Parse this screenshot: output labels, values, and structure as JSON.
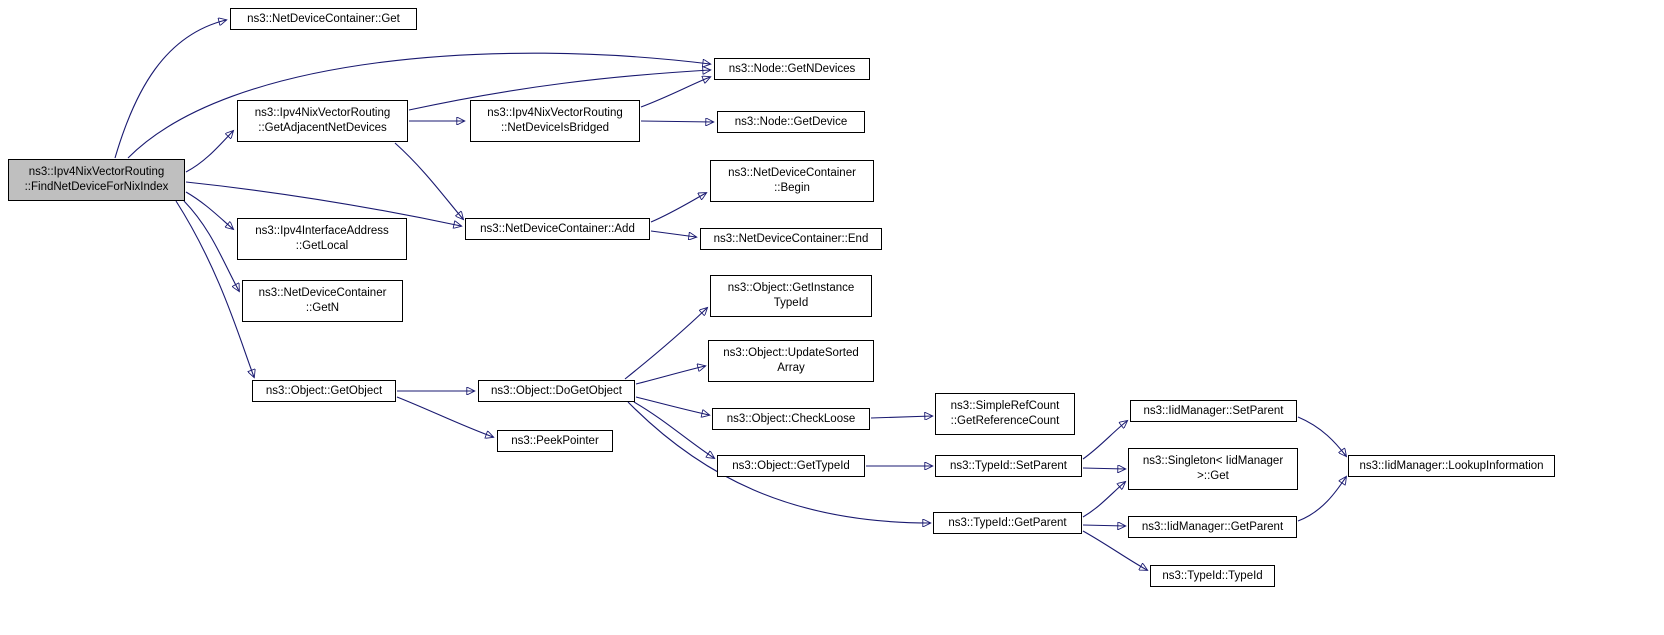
{
  "diagram": {
    "type": "call-graph",
    "edge_color": "#191970",
    "node_border_color": "#000000",
    "node_fill_color": "#ffffff",
    "highlight_fill_color": "#bfbfbf",
    "nodes": {
      "find": {
        "line1": "ns3::Ipv4NixVectorRouting",
        "line2": "::FindNetDeviceForNixIndex"
      },
      "ndcGet": {
        "line1": "ns3::NetDeviceContainer::Get"
      },
      "getNDevices": {
        "line1": "ns3::Node::GetNDevices"
      },
      "getAdjacent": {
        "line1": "ns3::Ipv4NixVectorRouting",
        "line2": "::GetAdjacentNetDevices"
      },
      "isBridged": {
        "line1": "ns3::Ipv4NixVectorRouting",
        "line2": "::NetDeviceIsBridged"
      },
      "getDevice": {
        "line1": "ns3::Node::GetDevice"
      },
      "ndcBegin": {
        "line1": "ns3::NetDeviceContainer",
        "line2": "::Begin"
      },
      "ndcAdd": {
        "line1": "ns3::NetDeviceContainer::Add"
      },
      "ndcEnd": {
        "line1": "ns3::NetDeviceContainer::End"
      },
      "getLocal": {
        "line1": "ns3::Ipv4InterfaceAddress",
        "line2": "::GetLocal"
      },
      "ndcGetN": {
        "line1": "ns3::NetDeviceContainer",
        "line2": "::GetN"
      },
      "getObject": {
        "line1": "ns3::Object::GetObject"
      },
      "doGetObject": {
        "line1": "ns3::Object::DoGetObject"
      },
      "peekPointer": {
        "line1": "ns3::PeekPointer"
      },
      "getInstanceTypeId": {
        "line1": "ns3::Object::GetInstance",
        "line2": "TypeId"
      },
      "updateSorted": {
        "line1": "ns3::Object::UpdateSorted",
        "line2": "Array"
      },
      "checkLoose": {
        "line1": "ns3::Object::CheckLoose"
      },
      "getTypeId": {
        "line1": "ns3::Object::GetTypeId"
      },
      "getRefCount": {
        "line1": "ns3::SimpleRefCount",
        "line2": "::GetReferenceCount"
      },
      "tidSetParent": {
        "line1": "ns3::TypeId::SetParent"
      },
      "tidGetParent": {
        "line1": "ns3::TypeId::GetParent"
      },
      "iidSetParent": {
        "line1": "ns3::IidManager::SetParent"
      },
      "singletonGet": {
        "line1": "ns3::Singleton< IidManager",
        "line2": ">::Get"
      },
      "iidGetParent": {
        "line1": "ns3::IidManager::GetParent"
      },
      "tidTypeId": {
        "line1": "ns3::TypeId::TypeId"
      },
      "lookupInfo": {
        "line1": "ns3::IidManager::LookupInformation"
      }
    },
    "edges": [
      [
        "find",
        "ndcGet"
      ],
      [
        "find",
        "getNDevices"
      ],
      [
        "find",
        "getAdjacent"
      ],
      [
        "find",
        "ndcAdd"
      ],
      [
        "find",
        "getLocal"
      ],
      [
        "find",
        "ndcGetN"
      ],
      [
        "find",
        "getObject"
      ],
      [
        "getAdjacent",
        "isBridged"
      ],
      [
        "getAdjacent",
        "getNDevices"
      ],
      [
        "getAdjacent",
        "ndcAdd"
      ],
      [
        "isBridged",
        "getNDevices"
      ],
      [
        "isBridged",
        "getDevice"
      ],
      [
        "ndcAdd",
        "ndcBegin"
      ],
      [
        "ndcAdd",
        "ndcEnd"
      ],
      [
        "getObject",
        "doGetObject"
      ],
      [
        "getObject",
        "peekPointer"
      ],
      [
        "doGetObject",
        "getInstanceTypeId"
      ],
      [
        "doGetObject",
        "updateSorted"
      ],
      [
        "doGetObject",
        "checkLoose"
      ],
      [
        "doGetObject",
        "getTypeId"
      ],
      [
        "doGetObject",
        "tidGetParent"
      ],
      [
        "checkLoose",
        "getRefCount"
      ],
      [
        "getTypeId",
        "tidSetParent"
      ],
      [
        "tidSetParent",
        "iidSetParent"
      ],
      [
        "tidSetParent",
        "singletonGet"
      ],
      [
        "tidGetParent",
        "singletonGet"
      ],
      [
        "tidGetParent",
        "iidGetParent"
      ],
      [
        "tidGetParent",
        "tidTypeId"
      ],
      [
        "iidSetParent",
        "lookupInfo"
      ],
      [
        "iidGetParent",
        "lookupInfo"
      ]
    ]
  }
}
